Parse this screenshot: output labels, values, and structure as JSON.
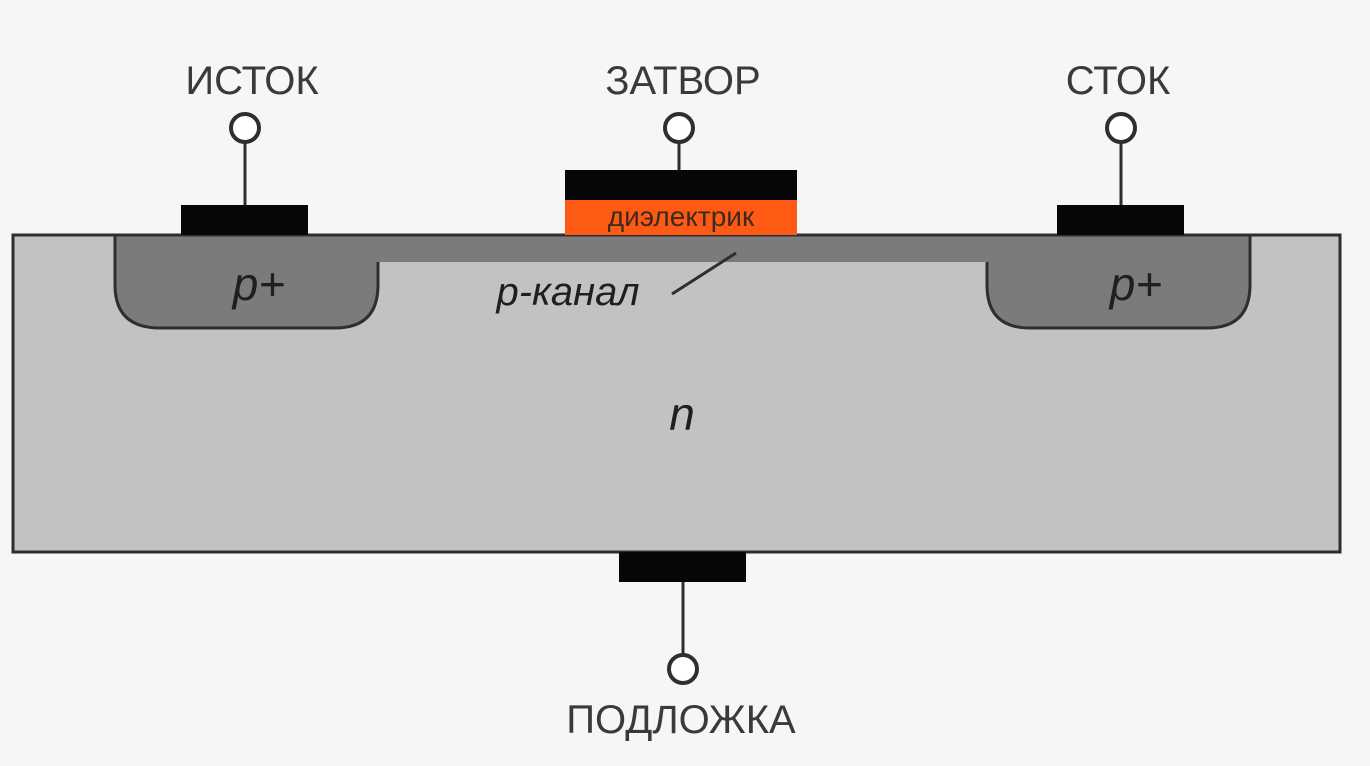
{
  "colors": {
    "background": "#f6f6f6",
    "substrate": "#c2c2c3",
    "p_region": "#7b7b7d",
    "channel": "#7b7b7d",
    "metal": "#070707",
    "dielectric": "#ff5a14",
    "outline": "#2e2e2e"
  },
  "labels": {
    "source": "ИСТОК",
    "gate": "ЗАТВОР",
    "drain": "СТОК",
    "substrate": "ПОДЛОЖКА",
    "dielectric": "диэлектрик",
    "channel": "р-канал",
    "p_left": "p+",
    "p_right": "p+",
    "n_region": "n"
  }
}
